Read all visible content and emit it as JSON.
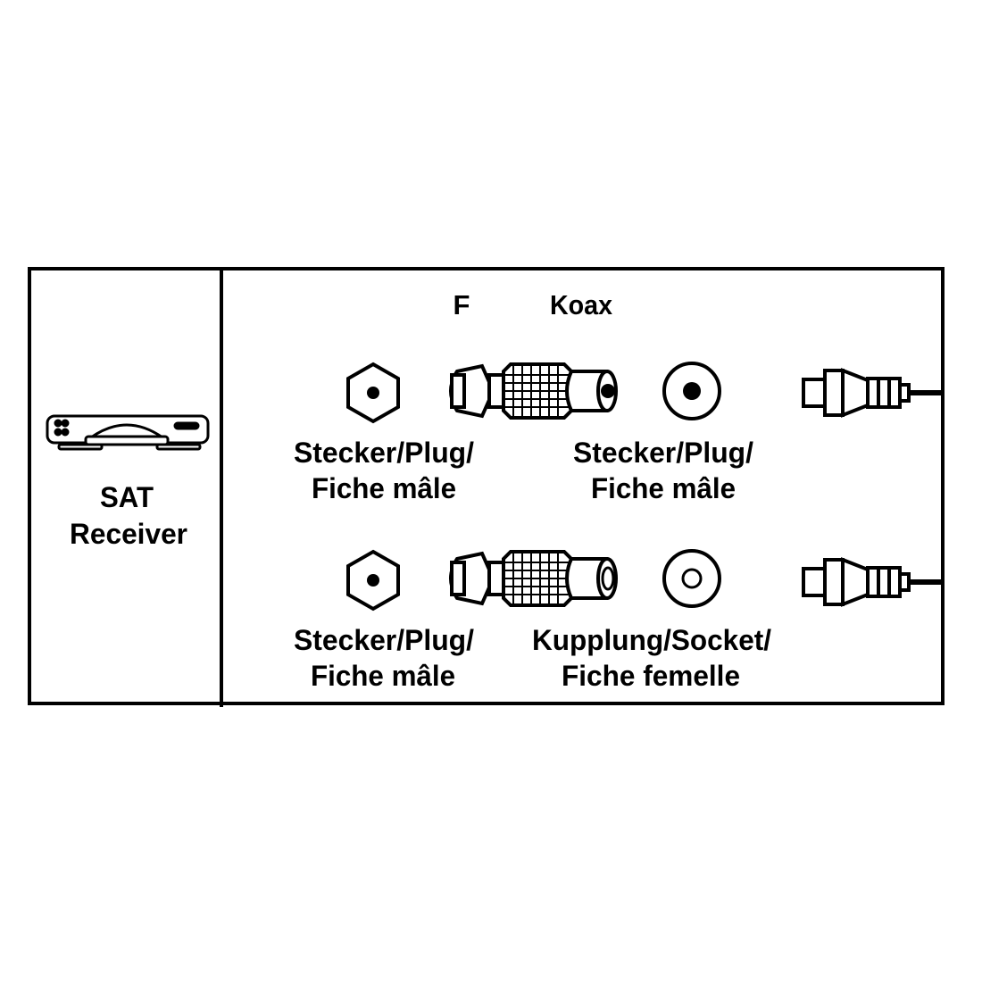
{
  "device": {
    "line1": "SAT",
    "line2": "Receiver",
    "icon": "sat-receiver-icon"
  },
  "headers": {
    "f": "F",
    "koax": "Koax"
  },
  "row1": {
    "left": {
      "line1": "Stecker/Plug/",
      "line2": "Fiche mâle"
    },
    "right": {
      "line1": "Stecker/Plug/",
      "line2": "Fiche mâle"
    }
  },
  "row2": {
    "left": {
      "line1": "Stecker/Plug/",
      "line2": "Fiche mâle"
    },
    "right": {
      "line1": "Kupplung/Socket/",
      "line2": "Fiche femelle"
    }
  },
  "colors": {
    "ink": "#000000",
    "background": "#ffffff"
  }
}
